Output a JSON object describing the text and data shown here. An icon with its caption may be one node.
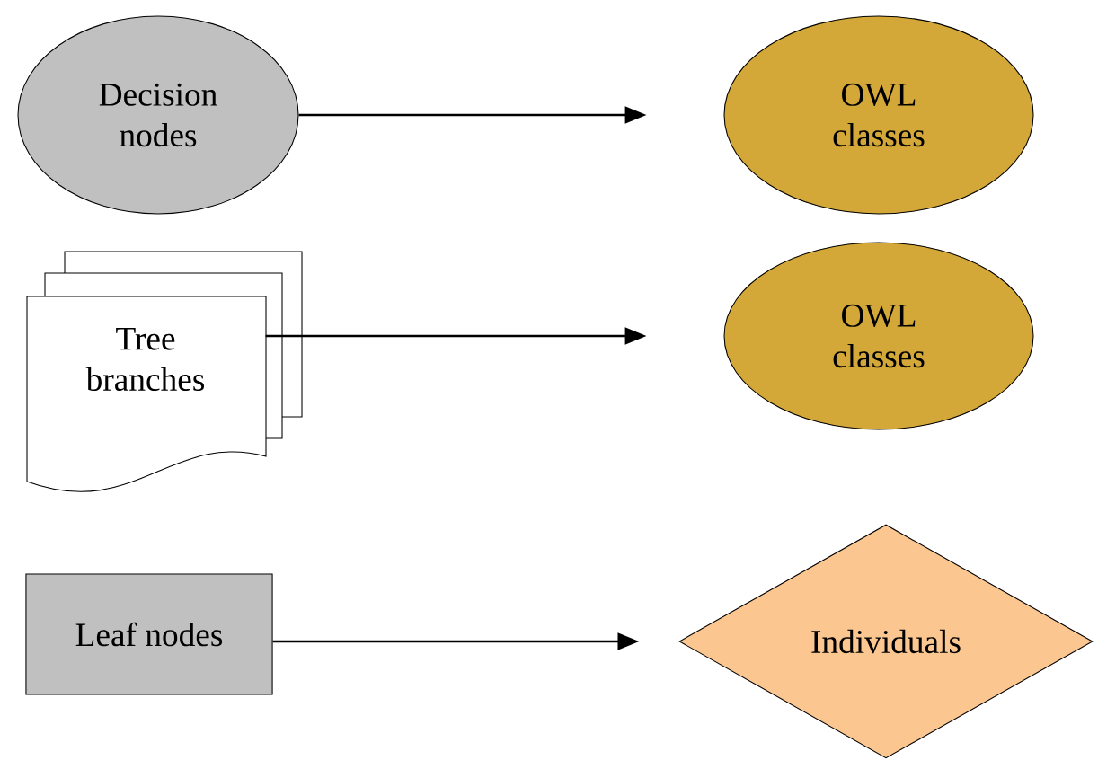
{
  "diagram": {
    "nodes": [
      {
        "text": [
          "Decision nodes"
        ]
      },
      {
        "text": [
          "OWL classes"
        ]
      },
      {
        "text": [
          "Tree branches"
        ]
      },
      {
        "text": [
          "OWL classes"
        ]
      },
      {
        "text": [
          "Leaf nodes"
        ]
      },
      {
        "text": [
          "Individuals"
        ]
      }
    ],
    "edges": [
      {
        "from": 0,
        "to": 1,
        "arrow": "to"
      },
      {
        "from": 2,
        "to": 3,
        "arrow": "to"
      },
      {
        "from": 4,
        "to": 5,
        "arrow": "to"
      }
    ]
  }
}
